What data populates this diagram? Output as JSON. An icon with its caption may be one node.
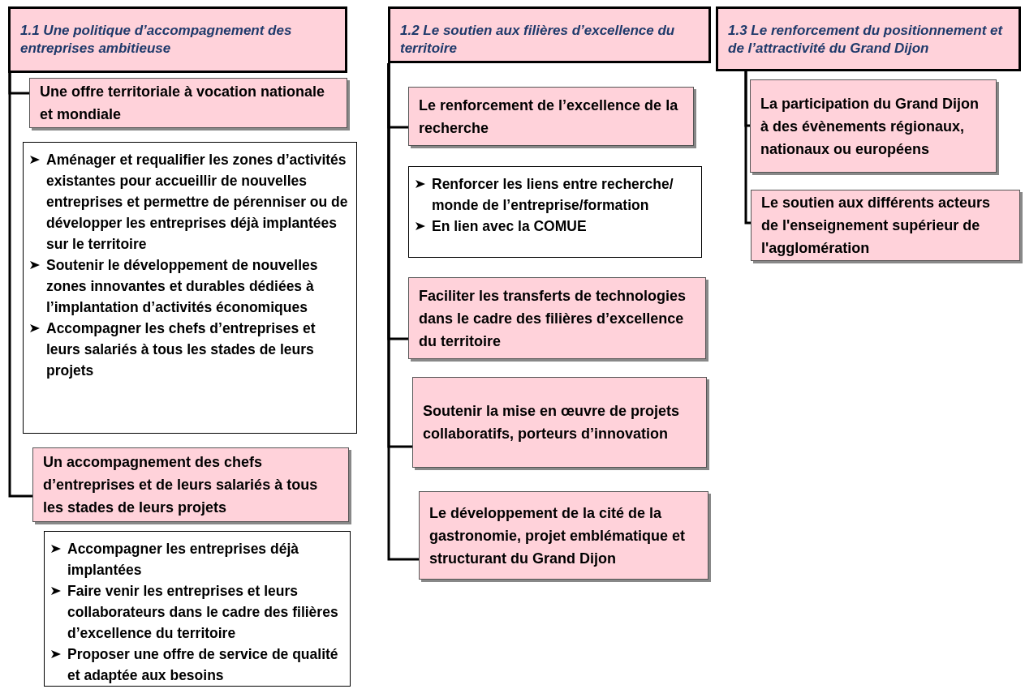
{
  "diagram": {
    "nodes": [
      {
        "text": [
          "1.1 Une politique  d’accompagnement des entreprises ambitieuse"
        ]
      },
      {
        "text": [
          "1.2 Le soutien aux filières d’excellence du territoire"
        ]
      },
      {
        "text": [
          "1.3 Le renforcement du positionnement et de l’attractivité du Grand Dijon"
        ]
      },
      {
        "text": [
          "Une offre territoriale à vocation nationale et mondiale"
        ]
      },
      {
        "text": [
          "Aménager et requalifier les zones d’activités existantes pour accueillir de nouvelles entreprises et permettre de pérenniser ou de développer les entreprises déjà implantées sur le territoire",
          "Soutenir le développement de nouvelles zones innovantes et durables dédiées à l’implantation d’activités économiques",
          "Accompagner les chefs d’entreprises et leurs salariés à tous les stades de leurs projets"
        ]
      },
      {
        "text": [
          "Un accompagnement des chefs d’entreprises  et de leurs salariés à tous les stades de leurs projets"
        ]
      },
      {
        "text": [
          "Accompagner les entreprises déjà implantées",
          "Faire venir les entreprises et leurs collaborateurs dans le cadre des filières d’excellence du territoire",
          "Proposer une offre de service de qualité et adaptée aux besoins"
        ]
      },
      {
        "text": [
          "Le renforcement de l’excellence de la recherche"
        ]
      },
      {
        "text": [
          "Renforcer les liens entre recherche/ monde de l’entreprise/formation",
          "En lien avec la COMUE"
        ]
      },
      {
        "text": [
          "Faciliter les transferts de technologies dans le cadre des filières d’excellence du territoire"
        ]
      },
      {
        "text": [
          "Soutenir la mise en œuvre de projets collaboratifs, porteurs d’innovation"
        ]
      },
      {
        "text": [
          "Le développement de la cité de la gastronomie, projet emblématique et structurant du Grand Dijon"
        ]
      },
      {
        "text": [
          "La participation du Grand Dijon à des évènements régionaux, nationaux ou européens"
        ]
      },
      {
        "text": [
          "Le soutien aux différents acteurs de l'enseignement supérieur de l'agglomération"
        ]
      }
    ],
    "edges": [
      {
        "from": 0,
        "to": 3,
        "arrow": "none"
      },
      {
        "from": 0,
        "to": 5,
        "arrow": "none"
      },
      {
        "from": 1,
        "to": 7,
        "arrow": "none"
      },
      {
        "from": 1,
        "to": 9,
        "arrow": "none"
      },
      {
        "from": 1,
        "to": 10,
        "arrow": "none"
      },
      {
        "from": 1,
        "to": 11,
        "arrow": "none"
      },
      {
        "from": 2,
        "to": 12,
        "arrow": "none"
      },
      {
        "from": 2,
        "to": 13,
        "arrow": "none"
      }
    ]
  }
}
